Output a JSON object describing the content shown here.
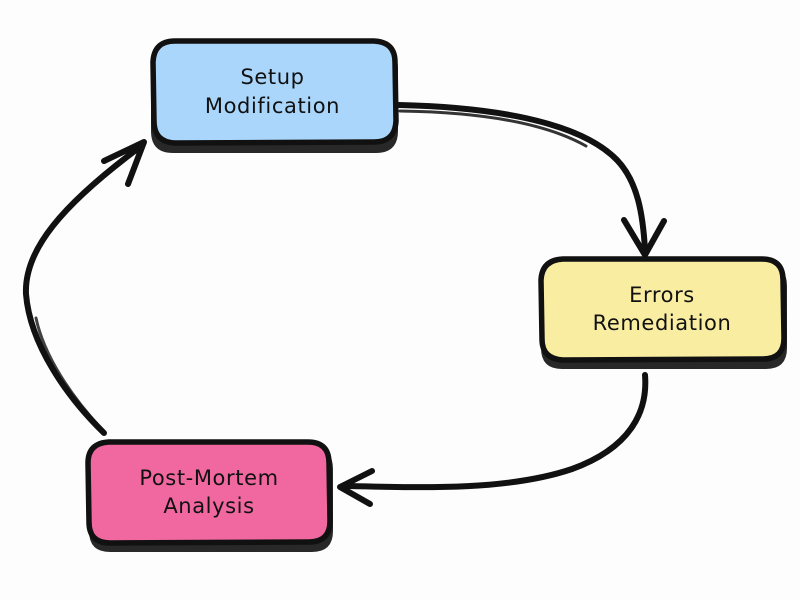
{
  "diagram": {
    "type": "cycle-flowchart",
    "style": "hand-drawn-sketch",
    "background_color": "#fdfdfd",
    "stroke_color": "#111111",
    "nodes": [
      {
        "id": "setup-modification",
        "line1": "Setup",
        "line2": "Modification",
        "fill_color": "#a9d6fa",
        "border_color": "#111111"
      },
      {
        "id": "errors-remediation",
        "line1": "Errors",
        "line2": "Remediation",
        "fill_color": "#f9eda2",
        "border_color": "#111111"
      },
      {
        "id": "post-mortem-analysis",
        "line1": "Post-Mortem",
        "line2": "Analysis",
        "fill_color": "#f0689f",
        "border_color": "#111111"
      }
    ],
    "edges": [
      {
        "id": "edge-setup-to-errors",
        "from": "setup-modification",
        "to": "errors-remediation",
        "direction": "down"
      },
      {
        "id": "edge-errors-to-postmortem",
        "from": "errors-remediation",
        "to": "post-mortem-analysis",
        "direction": "left"
      },
      {
        "id": "edge-postmortem-to-setup",
        "from": "post-mortem-analysis",
        "to": "setup-modification",
        "direction": "up-right"
      }
    ]
  }
}
